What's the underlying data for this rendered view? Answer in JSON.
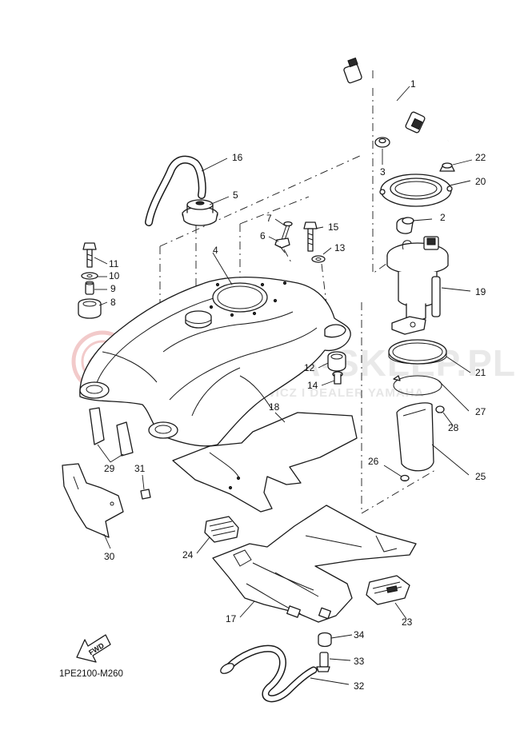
{
  "diagram_code": "1PE2100-M260",
  "fwd_label": "FWD",
  "watermark": {
    "brand": "YAMAHA-SKLEP.PL",
    "subline": "WOJCIECHOWICZ I DEALER YAMAHA",
    "seal_color": "#e8a0a0"
  },
  "callouts": [
    "1",
    "2",
    "3",
    "4",
    "5",
    "6",
    "7",
    "8",
    "9",
    "10",
    "11",
    "12",
    "13",
    "14",
    "15",
    "16",
    "17",
    "18",
    "19",
    "20",
    "21",
    "22",
    "23",
    "24",
    "25",
    "26",
    "27",
    "28",
    "29",
    "30",
    "31",
    "32",
    "33",
    "34"
  ]
}
